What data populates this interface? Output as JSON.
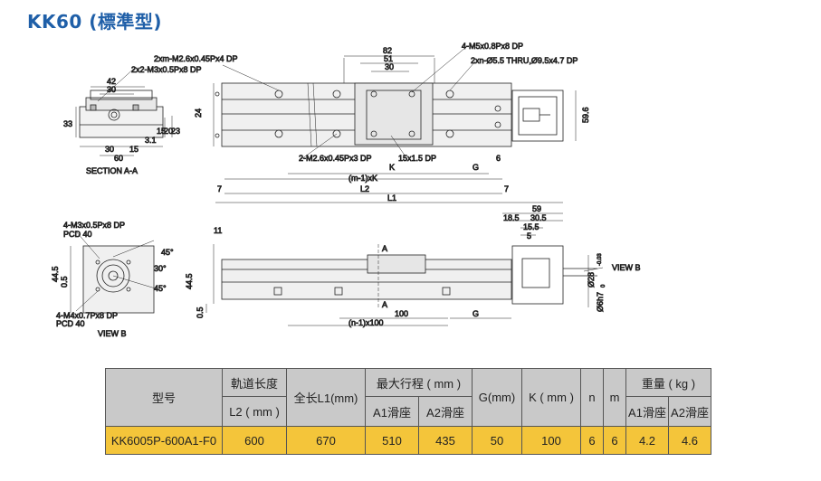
{
  "title": "KK60 (標準型)",
  "drawing": {
    "section_aa": {
      "caption": "SECTION A-A",
      "callouts": [
        "2xm-M2.6x0.45Px4 DP",
        "2x2-M3x0.5Px8 DP"
      ],
      "dims": [
        "42",
        "30",
        "33",
        "30",
        "15",
        "60",
        "3.1",
        "15",
        "20",
        "23"
      ]
    },
    "top_view": {
      "callouts": [
        "4-M5x0.8Px8 DP",
        "2xn-Ø5.5 THRU,Ø9.5x4.7 DP",
        "2-M2.6x0.45Px3 DP",
        "15x1.5 DP"
      ],
      "dims": [
        "82",
        "51",
        "30",
        "24",
        "59.6",
        "6",
        "K",
        "G",
        "(m-1)xK",
        "L2",
        "L1",
        "7",
        "7"
      ]
    },
    "view_b": {
      "caption": "VIEW B",
      "callouts": [
        "4-M3x0.5Px8 DP",
        "PCD 40",
        "4-M4x0.7Px8 DP",
        "PCD 40"
      ],
      "dims": [
        "44.5",
        "0.5",
        "45°",
        "30°",
        "45°"
      ]
    },
    "side_view": {
      "view_label": "VIEW B",
      "section_mark": "A",
      "dims": [
        "11",
        "44.5",
        "0.5",
        "59",
        "18.5",
        "30.5",
        "15.5",
        "5",
        "Ø28",
        "-0.03",
        "0",
        "Ø6h7",
        "100",
        "(n-1)x100",
        "G"
      ]
    }
  },
  "table": {
    "headers": {
      "model": "型号",
      "rail_length": "軌道长度",
      "rail_length_unit": "L2 ( mm )",
      "total_length": "全长L1(mm)",
      "max_stroke": "最大行程 ( mm )",
      "stroke_a1": "A1滑座",
      "stroke_a2": "A2滑座",
      "g": "G(mm)",
      "k": "K ( mm )",
      "n": "n",
      "m": "m",
      "weight": "重量 ( kg )",
      "weight_a1": "A1滑座",
      "weight_a2": "A2滑座"
    },
    "rows": [
      {
        "model": "KK6005P-600A1-F0",
        "l2": "600",
        "l1": "670",
        "stroke_a1": "510",
        "stroke_a2": "435",
        "g": "50",
        "k": "100",
        "n": "6",
        "m": "6",
        "weight_a1": "4.2",
        "weight_a2": "4.6"
      }
    ]
  }
}
